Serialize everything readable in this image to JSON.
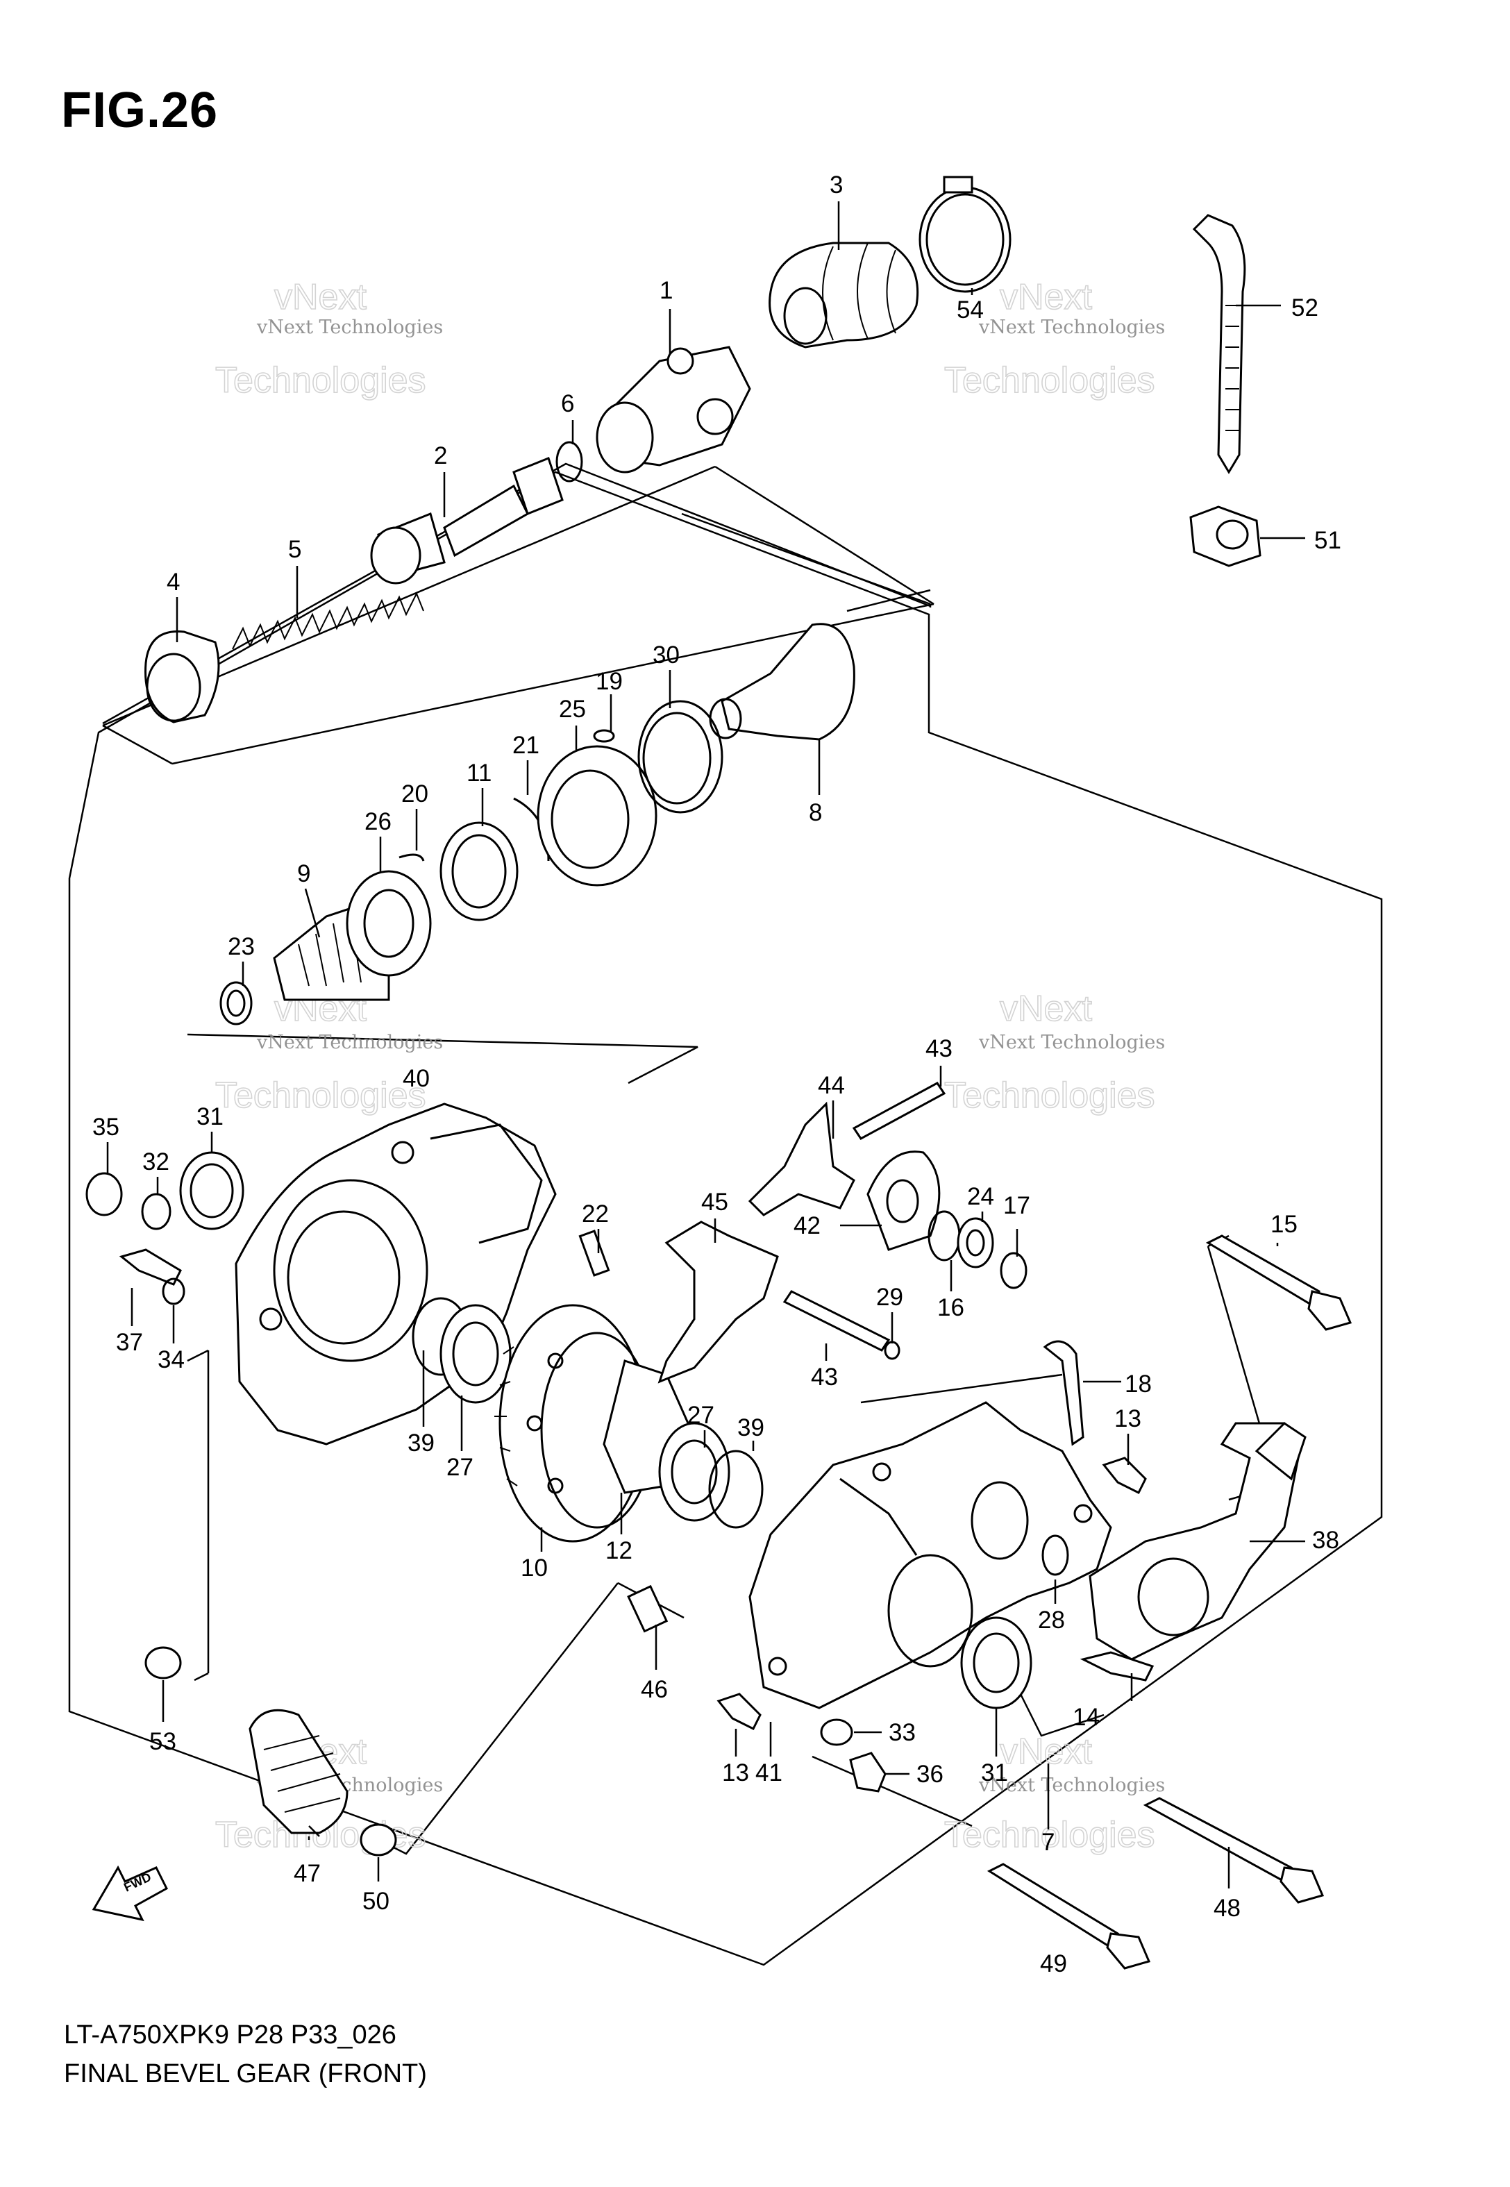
{
  "figure": {
    "title": "FIG.26",
    "model_code": "LT-A750XPK9 P28 P33_026",
    "assembly_name": "FINAL BEVEL GEAR (FRONT)"
  },
  "watermark": {
    "line1": "vNext Technologies",
    "line2": "vNext",
    "line3": "Technologies"
  },
  "direction_arrow": {
    "label": "FWD"
  },
  "parts": [
    {
      "id": "1",
      "label": "1"
    },
    {
      "id": "2",
      "label": "2"
    },
    {
      "id": "3",
      "label": "3"
    },
    {
      "id": "4",
      "label": "4"
    },
    {
      "id": "5",
      "label": "5"
    },
    {
      "id": "6",
      "label": "6"
    },
    {
      "id": "7",
      "label": "7"
    },
    {
      "id": "8",
      "label": "8"
    },
    {
      "id": "9",
      "label": "9"
    },
    {
      "id": "10",
      "label": "10"
    },
    {
      "id": "11",
      "label": "11"
    },
    {
      "id": "12",
      "label": "12"
    },
    {
      "id": "13a",
      "label": "13"
    },
    {
      "id": "13b",
      "label": "13"
    },
    {
      "id": "14",
      "label": "14"
    },
    {
      "id": "15",
      "label": "15"
    },
    {
      "id": "16",
      "label": "16"
    },
    {
      "id": "17",
      "label": "17"
    },
    {
      "id": "18",
      "label": "18"
    },
    {
      "id": "19",
      "label": "19"
    },
    {
      "id": "20",
      "label": "20"
    },
    {
      "id": "21",
      "label": "21"
    },
    {
      "id": "22",
      "label": "22"
    },
    {
      "id": "23",
      "label": "23"
    },
    {
      "id": "24",
      "label": "24"
    },
    {
      "id": "25",
      "label": "25"
    },
    {
      "id": "26",
      "label": "26"
    },
    {
      "id": "27a",
      "label": "27"
    },
    {
      "id": "27b",
      "label": "27"
    },
    {
      "id": "28",
      "label": "28"
    },
    {
      "id": "29",
      "label": "29"
    },
    {
      "id": "30",
      "label": "30"
    },
    {
      "id": "31a",
      "label": "31"
    },
    {
      "id": "31b",
      "label": "31"
    },
    {
      "id": "32",
      "label": "32"
    },
    {
      "id": "33",
      "label": "33"
    },
    {
      "id": "34",
      "label": "34"
    },
    {
      "id": "35",
      "label": "35"
    },
    {
      "id": "36",
      "label": "36"
    },
    {
      "id": "37",
      "label": "37"
    },
    {
      "id": "38",
      "label": "38"
    },
    {
      "id": "39a",
      "label": "39"
    },
    {
      "id": "39b",
      "label": "39"
    },
    {
      "id": "40",
      "label": "40"
    },
    {
      "id": "41",
      "label": "41"
    },
    {
      "id": "42",
      "label": "42"
    },
    {
      "id": "43a",
      "label": "43"
    },
    {
      "id": "43b",
      "label": "43"
    },
    {
      "id": "44",
      "label": "44"
    },
    {
      "id": "45",
      "label": "45"
    },
    {
      "id": "46",
      "label": "46"
    },
    {
      "id": "47",
      "label": "47"
    },
    {
      "id": "48",
      "label": "48"
    },
    {
      "id": "49",
      "label": "49"
    },
    {
      "id": "50",
      "label": "50"
    },
    {
      "id": "51",
      "label": "51"
    },
    {
      "id": "52",
      "label": "52"
    },
    {
      "id": "53",
      "label": "53"
    },
    {
      "id": "54",
      "label": "54"
    }
  ]
}
